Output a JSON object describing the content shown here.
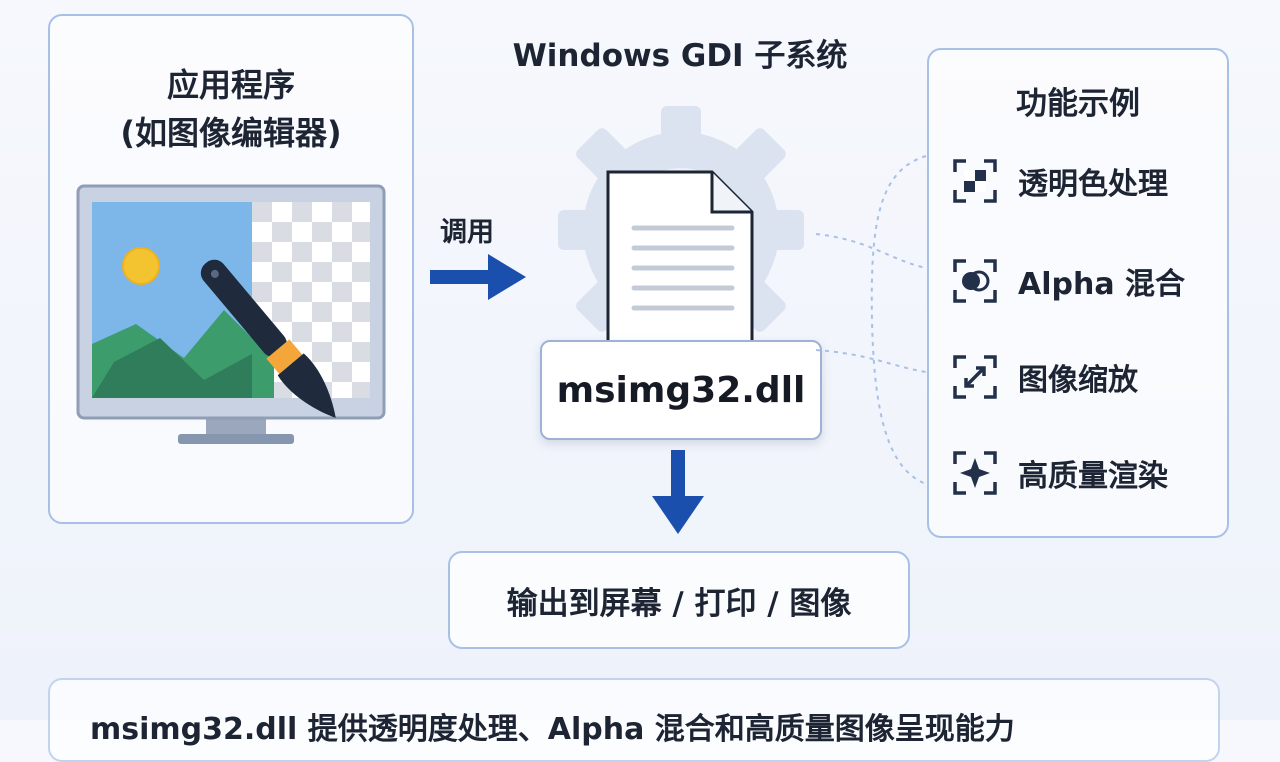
{
  "app": {
    "title": "应用程序",
    "subtitle": "(如图像编辑器)",
    "icon": "image-editor-monitor-brush-icon"
  },
  "subsystem": {
    "title": "Windows GDI 子系统"
  },
  "call_label": "调用",
  "dll": {
    "name": "msimg32.dll",
    "icon": "document-gear-icon"
  },
  "features": {
    "title": "功能示例",
    "items": [
      {
        "label": "透明色处理",
        "icon": "transparency-focus-icon"
      },
      {
        "label": "Alpha 混合",
        "icon": "alpha-blend-icon"
      },
      {
        "label": "图像缩放",
        "icon": "expand-arrows-icon"
      },
      {
        "label": "高质量渲染",
        "icon": "sparkle-render-icon"
      }
    ]
  },
  "output": {
    "label": "输出到屏幕 / 打印 / 图像"
  },
  "summary": {
    "text": "msimg32.dll 提供透明度处理、Alpha 混合和高质量图像呈现能力"
  },
  "colors": {
    "accent_blue": "#1a4fae",
    "panel_border": "#a9c0e6",
    "sky": "#7db6e8",
    "sun": "#f4c430",
    "mountain_dark": "#2f7d5a",
    "mountain_light": "#3c9c6c"
  }
}
